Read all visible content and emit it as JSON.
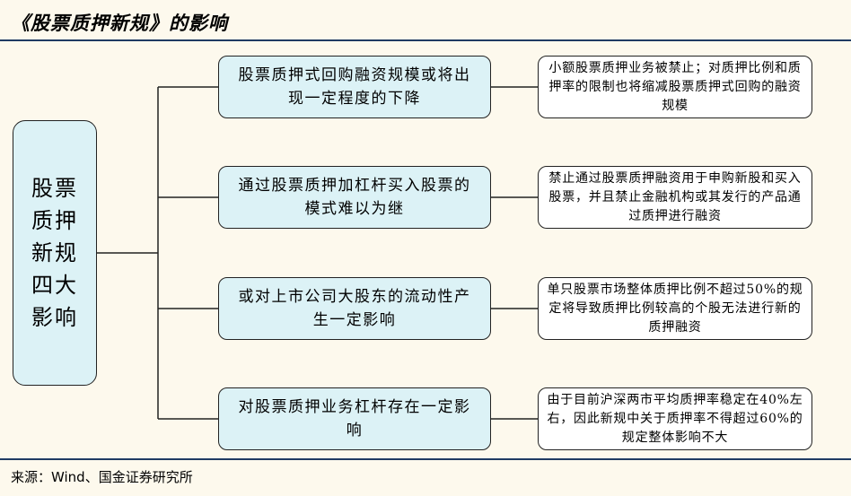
{
  "title": "《股票质押新规》的影响",
  "root": {
    "label": "股票质押新规四大影响"
  },
  "branches": [
    {
      "impact": "股票质押式回购融资规模或将出现一定程度的下降",
      "detail": "小额股票质押业务被禁止；对质押比例和质押率的限制也将缩减股票质押式回购的融资规模"
    },
    {
      "impact": "通过股票质押加杠杆买入股票的模式难以为继",
      "detail": "禁止通过股票质押融资用于申购新股和买入股票，并且禁止金融机构或其发行的产品通过质押进行融资"
    },
    {
      "impact": "或对上市公司大股东的流动性产生一定影响",
      "detail": "单只股票市场整体质押比例不超过50%的规定将导致质押比例较高的个股无法进行新的质押融资"
    },
    {
      "impact": "对股票质押业务杠杆存在一定影响",
      "detail": "由于目前沪深两市平均质押率稳定在40%左右，因此新规中关于质押率不得超过60%的规定整体影响不大"
    }
  ],
  "source": "来源：Wind、国金证券研究所"
}
